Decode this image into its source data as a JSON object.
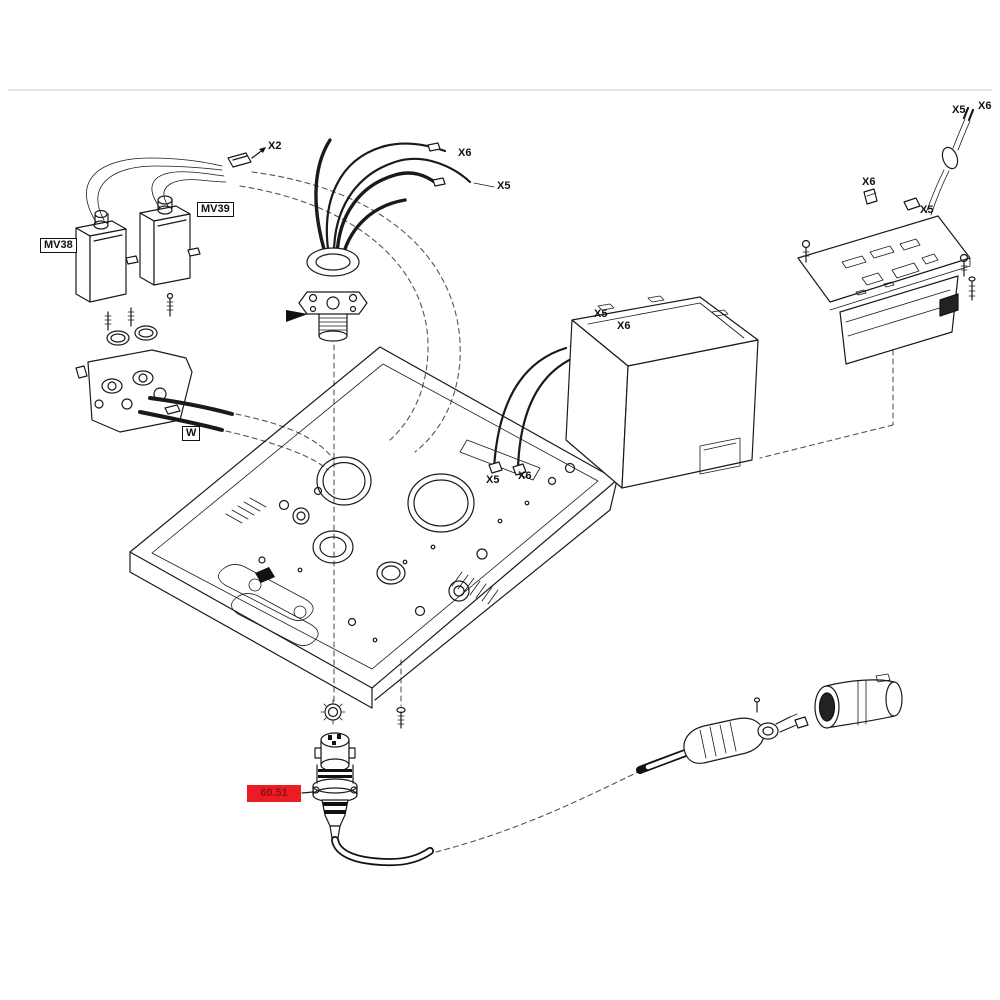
{
  "diagram": {
    "type": "exploded-parts-diagram",
    "labels": {
      "x2": "X2",
      "mv39": "MV39",
      "mv38": "MV38",
      "w": "W",
      "bundle_x6": "X6",
      "bundle_x5": "X5",
      "box_x5": "X5",
      "box_x6": "X6",
      "chassis_x5": "X5",
      "chassis_x6": "X6",
      "pcb_conn_x6": "X6",
      "pcb_conn_x5": "X5",
      "pcb_top_x5": "X5",
      "pcb_top_x6": "X6",
      "part_badge": "60.51"
    },
    "colors": {
      "highlight_bg": "#ec1c24",
      "highlight_text": "#8d0f12",
      "line": "#1a1a1a",
      "guide": "#555555",
      "separator": "#dcdcdc"
    }
  }
}
